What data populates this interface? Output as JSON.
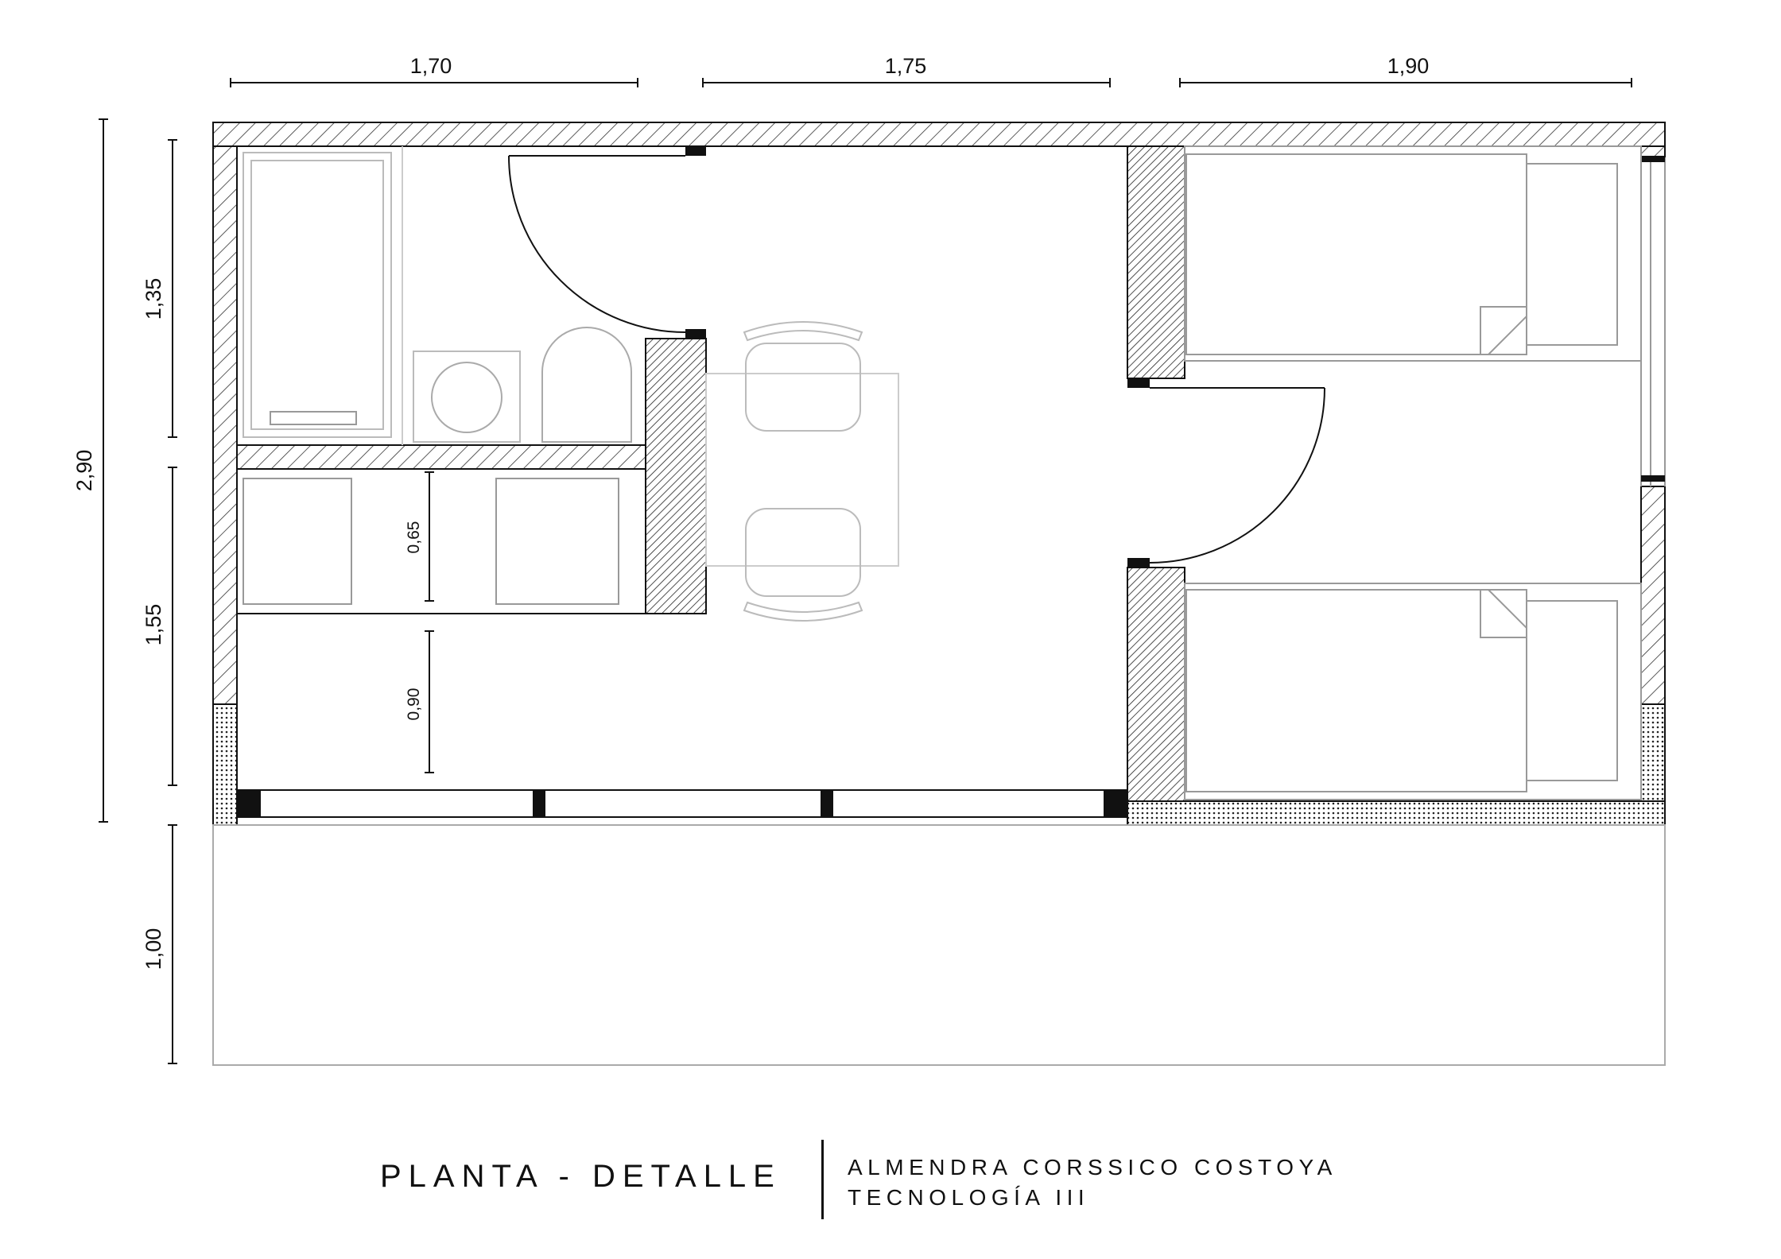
{
  "dimensions": {
    "top": [
      "1,70",
      "1,75",
      "1,90"
    ],
    "left_total": "2,90",
    "left_upper": "1,35",
    "left_lower": "1,55",
    "left_gallery": "1,00",
    "inner_upper": "0,65",
    "inner_lower": "0,90"
  },
  "title": {
    "main": "PLANTA - DETALLE",
    "author": "ALMENDRA CORSSICO COSTOYA",
    "course": "TECNOLOGÍA III"
  }
}
